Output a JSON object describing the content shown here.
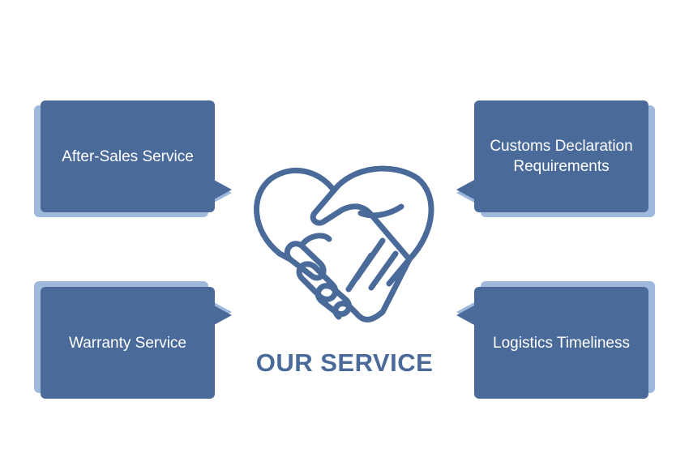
{
  "colors": {
    "box": "#4a6a9a",
    "shadow": "#9fb9dc",
    "icon": "#4a6a9a",
    "title": "#4a6a9a"
  },
  "center": {
    "icon": "handshake-heart-icon",
    "title": "OUR SERVICE"
  },
  "cards": [
    {
      "id": "after-sales",
      "label": "After-Sales Service"
    },
    {
      "id": "customs",
      "label": "Customs Declaration\nRequirements"
    },
    {
      "id": "warranty",
      "label": "Warranty Service"
    },
    {
      "id": "logistics",
      "label": "Logistics Timeliness"
    }
  ]
}
